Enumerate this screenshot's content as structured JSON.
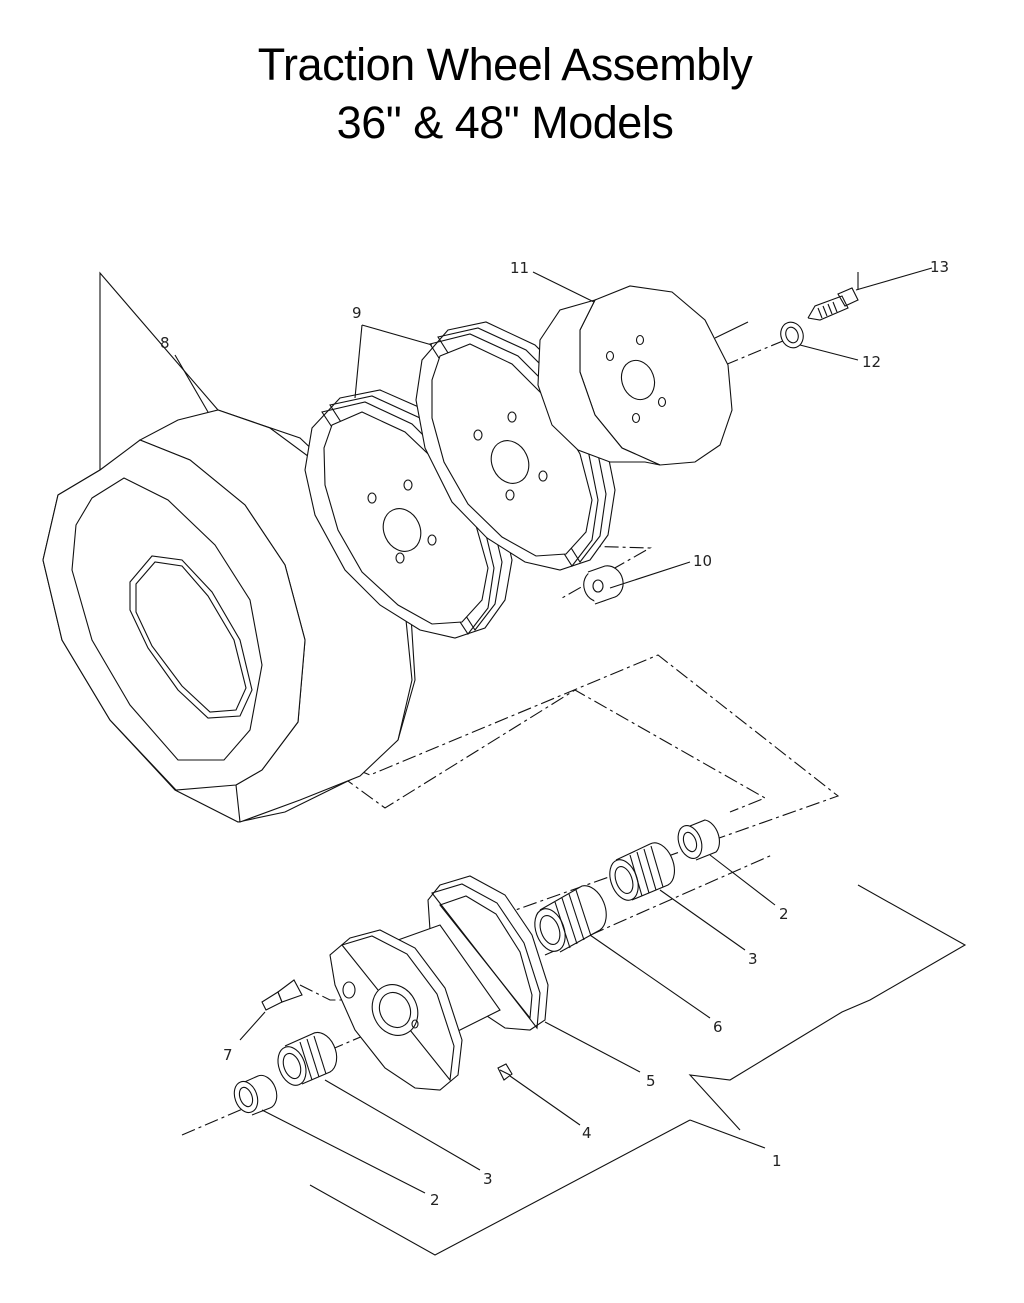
{
  "title": {
    "line1": "Traction Wheel Assembly",
    "line2": "36\" & 48\" Models"
  },
  "callouts": {
    "c1": "1",
    "c2a": "2",
    "c2b": "2",
    "c3a": "3",
    "c3b": "3",
    "c4": "4",
    "c5": "5",
    "c6": "6",
    "c7": "7",
    "c8": "8",
    "c9": "9",
    "c10": "10",
    "c11": "11",
    "c12": "12",
    "c13": "13"
  }
}
